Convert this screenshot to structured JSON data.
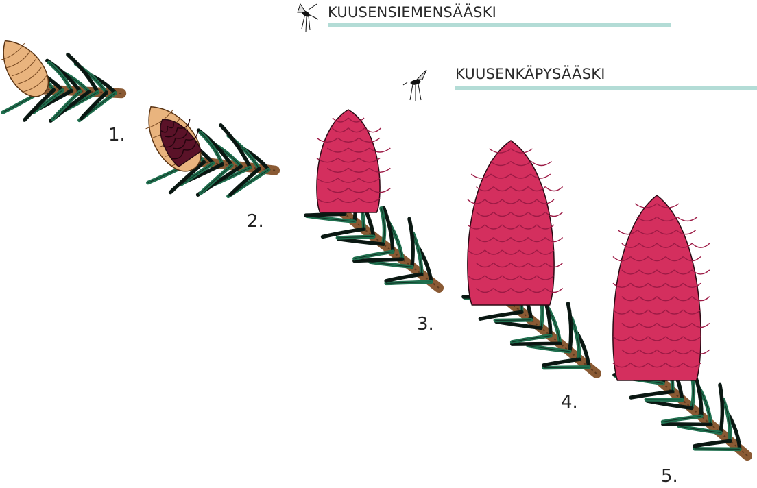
{
  "species": [
    {
      "label": "KUUSENSIEMENSÄÄSKI",
      "icon": "midge-icon"
    },
    {
      "label": "KUUSENKÄPYSÄÄSKI",
      "icon": "midge-icon"
    }
  ],
  "stages": [
    {
      "number": "1."
    },
    {
      "number": "2."
    },
    {
      "number": "3."
    },
    {
      "number": "4."
    },
    {
      "number": "5."
    }
  ],
  "colors": {
    "bar": "#b3dcd6",
    "needle": "#1f6f4e",
    "needle_dark": "#0b1a14",
    "twig": "#8a5a34",
    "bud": "#e9b47e",
    "cone": "#d42f5e",
    "cone_dark": "#9c1a45",
    "text": "#2a2a2a"
  }
}
